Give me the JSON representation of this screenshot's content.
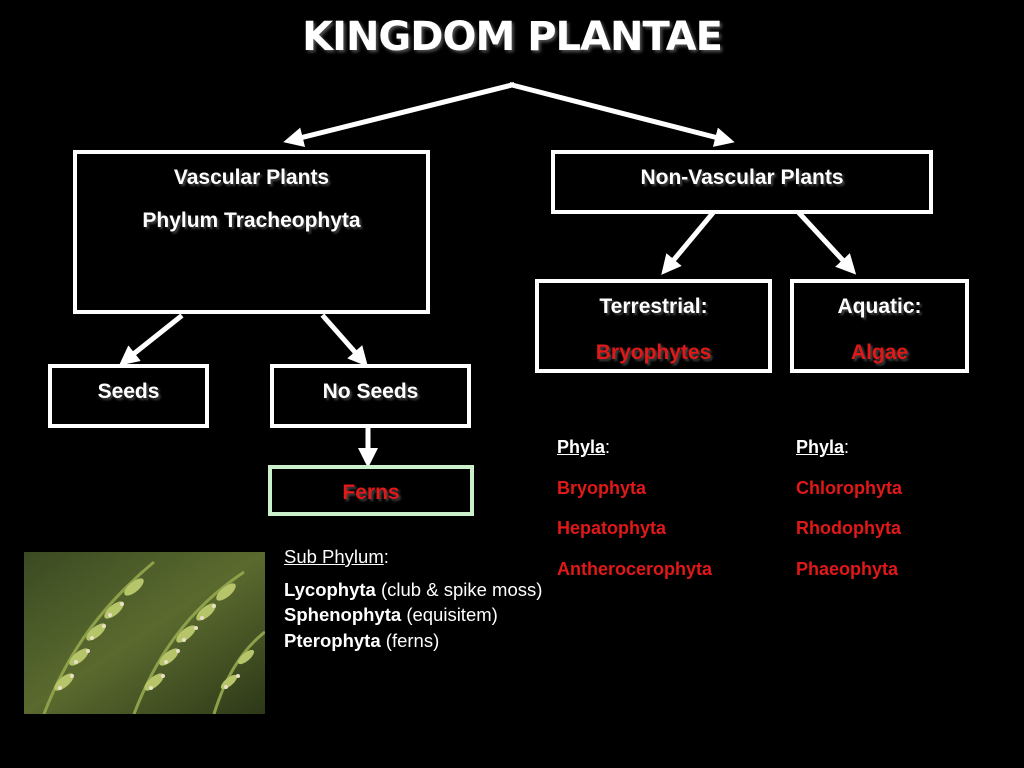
{
  "title": "KINGDOM PLANTAE",
  "vascular": {
    "line1": "Vascular Plants",
    "line2": "Phylum Tracheophyta"
  },
  "nonvascular": {
    "label": "Non-Vascular Plants"
  },
  "seeds": {
    "label": "Seeds"
  },
  "noseeds": {
    "label": "No Seeds"
  },
  "ferns": {
    "label": "Ferns"
  },
  "terrestrial": {
    "label": "Terrestrial:",
    "value": "Bryophytes"
  },
  "aquatic": {
    "label": "Aquatic:",
    "value": "Algae"
  },
  "phyla_left": {
    "header": "Phyla",
    "colon": ":",
    "items": [
      "Bryophyta",
      "Hepatophyta",
      "Antherocerophyta"
    ]
  },
  "phyla_right": {
    "header": "Phyla",
    "colon": ":",
    "items": [
      "Chlorophyta",
      "Rhodophyta",
      "Phaeophyta"
    ]
  },
  "subphylum": {
    "header": "Sub Phylum",
    "colon": ":",
    "entries": [
      {
        "name": "Lycophyta",
        "desc": "(club & spike moss)"
      },
      {
        "name": "Sphenophyta",
        "desc": "(equisitem)"
      },
      {
        "name": "Pterophyta",
        "desc": "(ferns)"
      }
    ]
  },
  "image": {
    "label": "fern-frond-photo"
  }
}
